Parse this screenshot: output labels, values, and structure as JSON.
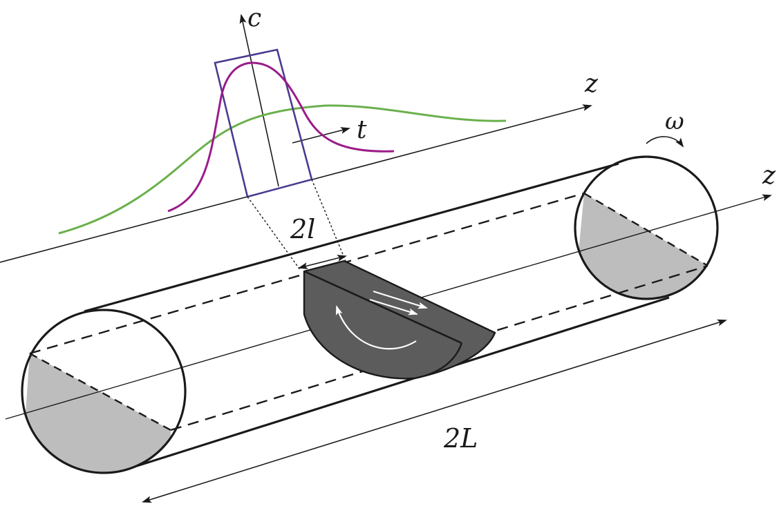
{
  "labels": {
    "c_axis": "c",
    "z_axis_top": "z",
    "t_arrow": "t",
    "omega": "ω",
    "z_axis_cylinder": "z",
    "slug_width": "2l",
    "cylinder_length": "2L"
  },
  "colors": {
    "outline": "#1a1a1a",
    "liquid_fill": "#bdbdbd",
    "slug_fill": "#5c5c5c",
    "pulse_box": "#4b3a8f",
    "narrow_curve": "#9b1b8a",
    "broad_curve": "#6ab04c",
    "inner_arrows": "#ffffff"
  }
}
